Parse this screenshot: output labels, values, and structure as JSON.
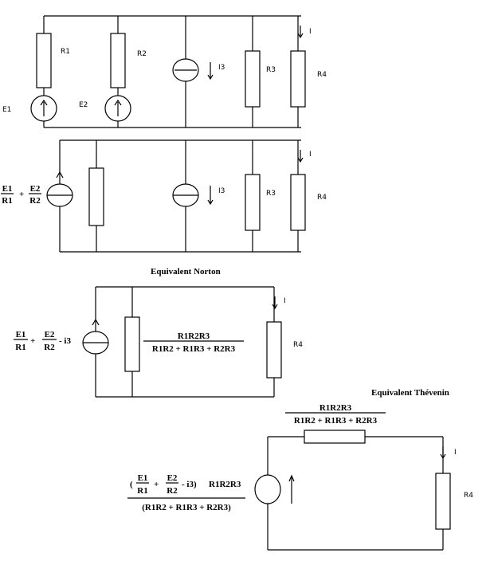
{
  "circuit1": {
    "r1": "R1",
    "r2": "R2",
    "r3": "R3",
    "r4": "R4",
    "e1": "E1",
    "e2": "E2",
    "i3": "I3",
    "i": "I"
  },
  "circuit2": {
    "e1_num": "E1",
    "r1_den": "R1",
    "plus": "+",
    "e2_num": "E2",
    "r2_den": "R2",
    "i3": "I3",
    "r3": "R3",
    "r4": "R4",
    "i": "I"
  },
  "norton": {
    "title": "Equivalent Norton",
    "e1_num": "E1",
    "r1_den": "R1",
    "plus": "+",
    "e2_num": "E2",
    "r2_den": "R2",
    "minus_i3": "- i3",
    "res_num": "R1R2R3",
    "res_den": "R1R2 + R1R3 + R2R3",
    "r4": "R4",
    "i": "I"
  },
  "thevenin": {
    "title": "Equivalent Thévenin",
    "res_num": "R1R2R3",
    "res_den": "R1R2 + R1R3 + R2R3",
    "open": "(",
    "e1_num": "E1",
    "r1_den": "R1",
    "plus": "+",
    "e2_num": "E2",
    "r2_den": "R2",
    "minus_i3_close": "- i3)",
    "mult": "R1R2R3",
    "den": "(R1R2 + R1R3 + R2R3)",
    "r4": "R4",
    "i": "I"
  }
}
